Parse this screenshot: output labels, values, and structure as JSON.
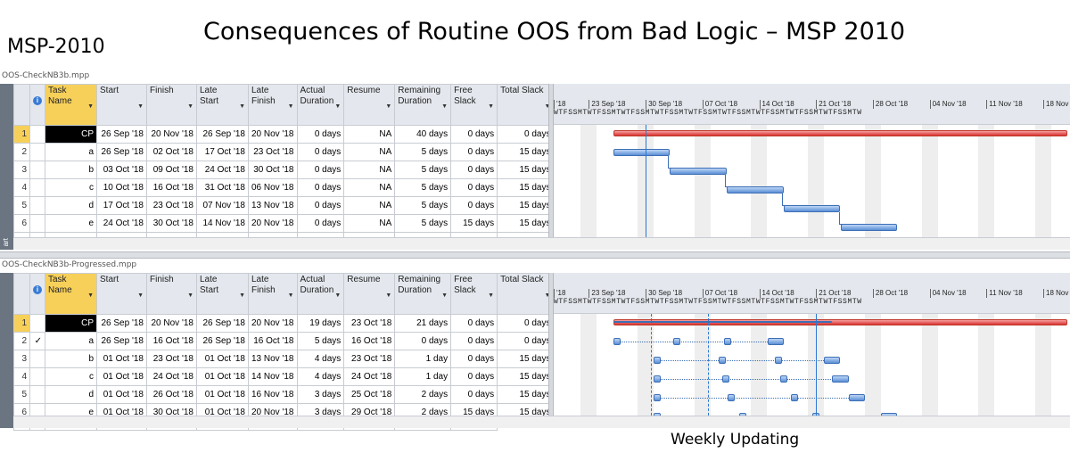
{
  "slide": {
    "title": "Consequences of Routine OOS from Bad Logic – MSP 2010",
    "label": "MSP-2010",
    "caption": "Weekly Updating"
  },
  "columns": [
    {
      "key": "name",
      "label": "Task Name"
    },
    {
      "key": "start",
      "label": "Start"
    },
    {
      "key": "finish",
      "label": "Finish"
    },
    {
      "key": "late_start",
      "label": "Late Start"
    },
    {
      "key": "late_finish",
      "label": "Late Finish"
    },
    {
      "key": "actual_duration",
      "label": "Actual Duration"
    },
    {
      "key": "resume",
      "label": "Resume"
    },
    {
      "key": "remaining_duration",
      "label": "Remaining Duration"
    },
    {
      "key": "free_slack",
      "label": "Free Slack"
    },
    {
      "key": "total_slack",
      "label": "Total Slack"
    }
  ],
  "timescale": {
    "weeks": [
      "'18",
      "23 Sep '18",
      "30 Sep '18",
      "07 Oct '18",
      "14 Oct '18",
      "21 Oct '18",
      "28 Oct '18",
      "04 Nov '18",
      "11 Nov '18",
      "18 Nov"
    ],
    "days": "WTFSSMTWTFSSMTWTFSSMTWTFSSMTWTFSSMTWTFSSMTWTFSSMTWTFSSMTWTFSSMTW"
  },
  "icons": {
    "info": "info-icon",
    "check": "checkmark-icon",
    "dropdown": "dropdown-arrow-icon"
  },
  "colors": {
    "critical_bar": "#d7322f",
    "task_bar": "#5b8fd6",
    "status_line": "#2b78d4",
    "selected_header": "#f7d05a"
  },
  "top": {
    "file": "OOS-CheckNB3b.mpp",
    "sidebar_label": "art",
    "rows": [
      {
        "id": "1",
        "check": "",
        "name": "CP",
        "start": "26 Sep '18",
        "finish": "20 Nov '18",
        "late_start": "26 Sep '18",
        "late_finish": "20 Nov '18",
        "actual_duration": "0 days",
        "resume": "NA",
        "remaining_duration": "40 days",
        "free_slack": "0 days",
        "total_slack": "0 days"
      },
      {
        "id": "2",
        "check": "",
        "name": "a",
        "start": "26 Sep '18",
        "finish": "02 Oct '18",
        "late_start": "17 Oct '18",
        "late_finish": "23 Oct '18",
        "actual_duration": "0 days",
        "resume": "NA",
        "remaining_duration": "5 days",
        "free_slack": "0 days",
        "total_slack": "15 days"
      },
      {
        "id": "3",
        "check": "",
        "name": "b",
        "start": "03 Oct '18",
        "finish": "09 Oct '18",
        "late_start": "24 Oct '18",
        "late_finish": "30 Oct '18",
        "actual_duration": "0 days",
        "resume": "NA",
        "remaining_duration": "5 days",
        "free_slack": "0 days",
        "total_slack": "15 days"
      },
      {
        "id": "4",
        "check": "",
        "name": "c",
        "start": "10 Oct '18",
        "finish": "16 Oct '18",
        "late_start": "31 Oct '18",
        "late_finish": "06 Nov '18",
        "actual_duration": "0 days",
        "resume": "NA",
        "remaining_duration": "5 days",
        "free_slack": "0 days",
        "total_slack": "15 days"
      },
      {
        "id": "5",
        "check": "",
        "name": "d",
        "start": "17 Oct '18",
        "finish": "23 Oct '18",
        "late_start": "07 Nov '18",
        "late_finish": "13 Nov '18",
        "actual_duration": "0 days",
        "resume": "NA",
        "remaining_duration": "5 days",
        "free_slack": "0 days",
        "total_slack": "15 days"
      },
      {
        "id": "6",
        "check": "",
        "name": "e",
        "start": "24 Oct '18",
        "finish": "30 Oct '18",
        "late_start": "14 Nov '18",
        "late_finish": "20 Nov '18",
        "actual_duration": "0 days",
        "resume": "NA",
        "remaining_duration": "5 days",
        "free_slack": "15 days",
        "total_slack": "15 days"
      }
    ]
  },
  "bottom": {
    "file": "OOS-CheckNB3b-Progressed.mpp",
    "rows": [
      {
        "id": "1",
        "check": "",
        "name": "CP",
        "start": "26 Sep '18",
        "finish": "20 Nov '18",
        "late_start": "26 Sep '18",
        "late_finish": "20 Nov '18",
        "actual_duration": "19 days",
        "resume": "23 Oct '18",
        "remaining_duration": "21 days",
        "free_slack": "0 days",
        "total_slack": "0 days"
      },
      {
        "id": "2",
        "check": "✓",
        "name": "a",
        "start": "26 Sep '18",
        "finish": "16 Oct '18",
        "late_start": "26 Sep '18",
        "late_finish": "16 Oct '18",
        "actual_duration": "5 days",
        "resume": "16 Oct '18",
        "remaining_duration": "0 days",
        "free_slack": "0 days",
        "total_slack": "0 days"
      },
      {
        "id": "3",
        "check": "",
        "name": "b",
        "start": "01 Oct '18",
        "finish": "23 Oct '18",
        "late_start": "01 Oct '18",
        "late_finish": "13 Nov '18",
        "actual_duration": "4 days",
        "resume": "23 Oct '18",
        "remaining_duration": "1 day",
        "free_slack": "0 days",
        "total_slack": "15 days"
      },
      {
        "id": "4",
        "check": "",
        "name": "c",
        "start": "01 Oct '18",
        "finish": "24 Oct '18",
        "late_start": "01 Oct '18",
        "late_finish": "14 Nov '18",
        "actual_duration": "4 days",
        "resume": "24 Oct '18",
        "remaining_duration": "1 day",
        "free_slack": "0 days",
        "total_slack": "15 days"
      },
      {
        "id": "5",
        "check": "",
        "name": "d",
        "start": "01 Oct '18",
        "finish": "26 Oct '18",
        "late_start": "01 Oct '18",
        "late_finish": "16 Nov '18",
        "actual_duration": "3 days",
        "resume": "25 Oct '18",
        "remaining_duration": "2 days",
        "free_slack": "0 days",
        "total_slack": "15 days"
      },
      {
        "id": "6",
        "check": "",
        "name": "e",
        "start": "01 Oct '18",
        "finish": "30 Oct '18",
        "late_start": "01 Oct '18",
        "late_finish": "20 Nov '18",
        "actual_duration": "3 days",
        "resume": "29 Oct '18",
        "remaining_duration": "2 days",
        "free_slack": "15 days",
        "total_slack": "15 days"
      }
    ]
  }
}
